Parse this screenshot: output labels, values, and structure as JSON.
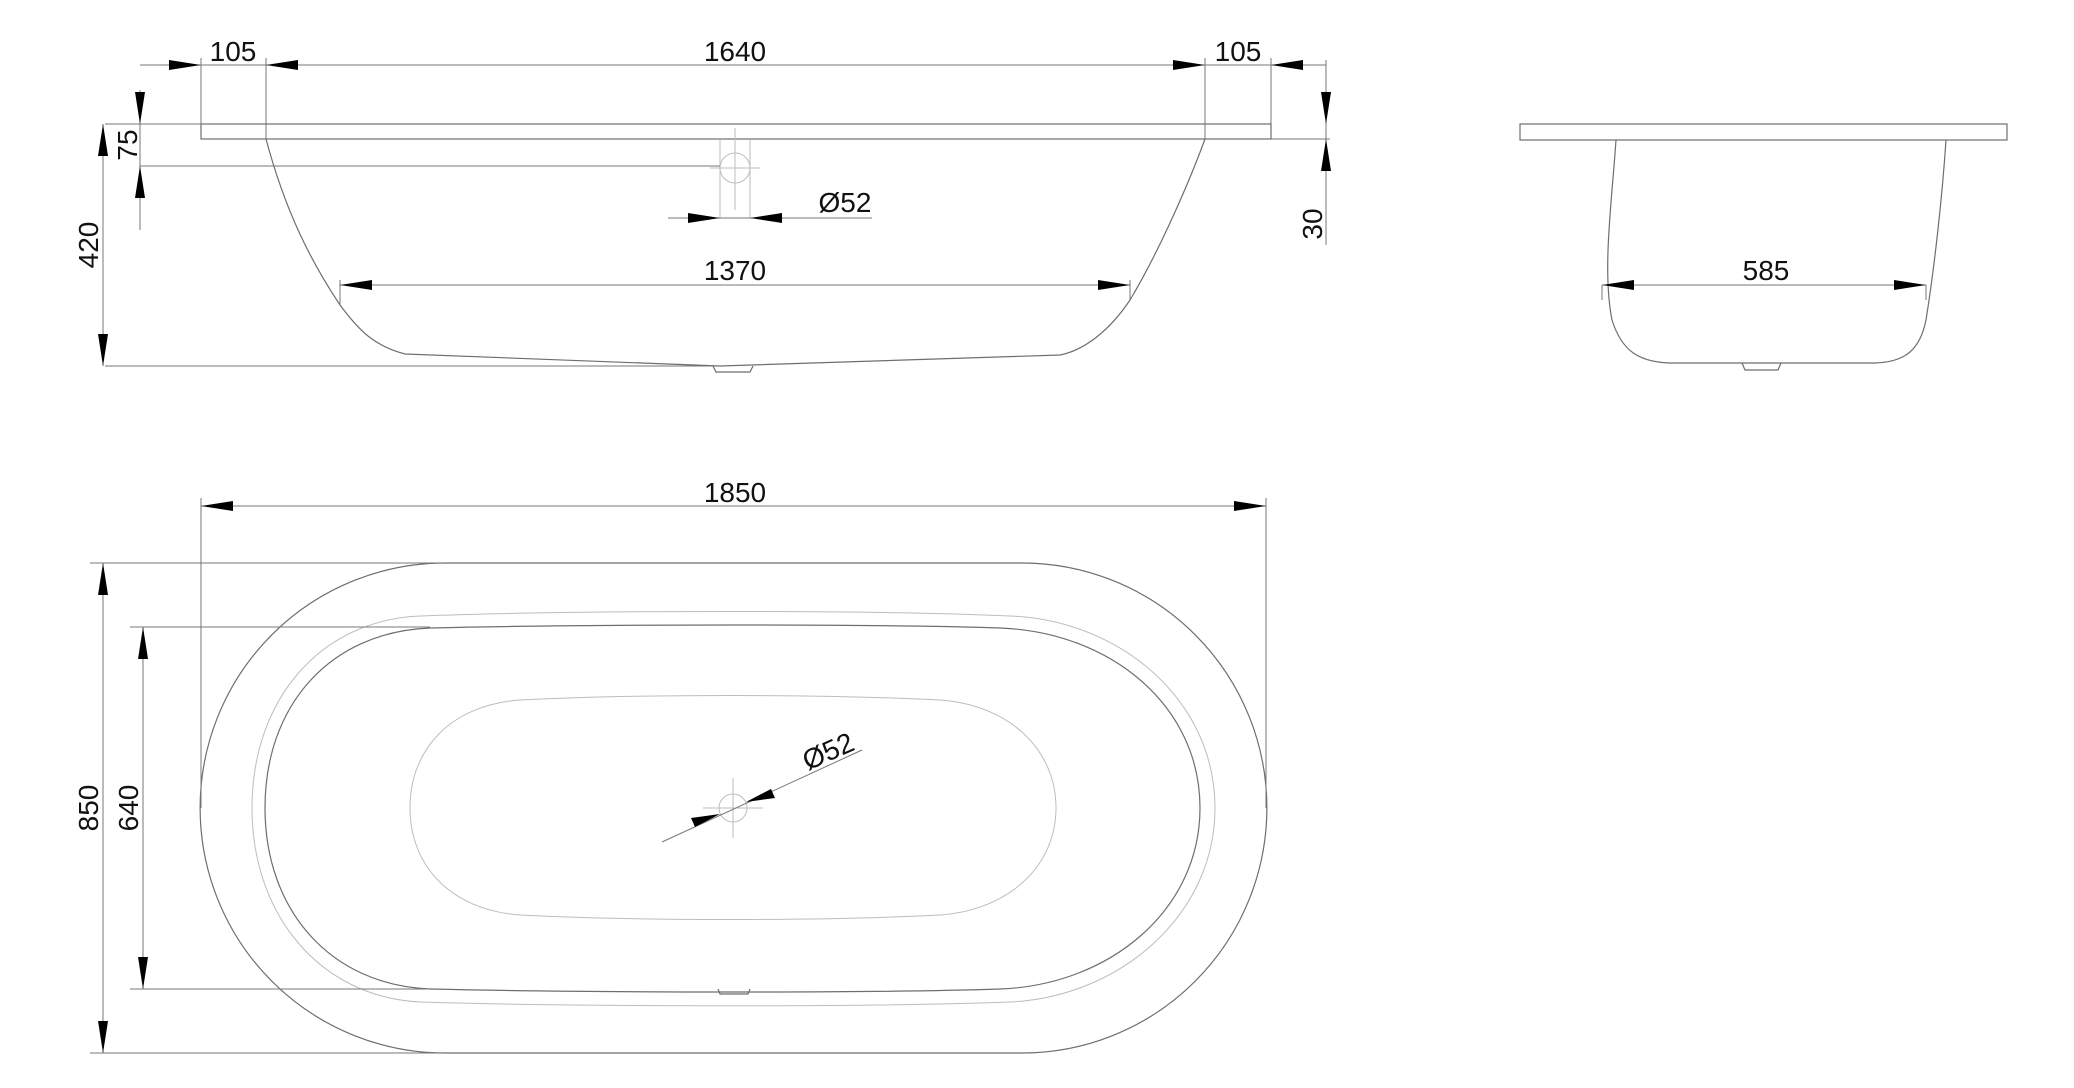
{
  "dimensions": {
    "rim_left": "105",
    "inner_length": "1640",
    "rim_right": "105",
    "rim_height": "75",
    "overall_depth": "420",
    "drain_side": "Ø52",
    "bottom_length": "1370",
    "edge_thickness": "30",
    "end_bottom_width": "585",
    "overall_length": "1850",
    "overall_width": "850",
    "inner_width": "640",
    "drain_top": "Ø52"
  },
  "colors": {
    "outline": "#6e6e6e",
    "light_outline": "#bdbdbd",
    "arrow": "#000000",
    "text": "#111111"
  }
}
